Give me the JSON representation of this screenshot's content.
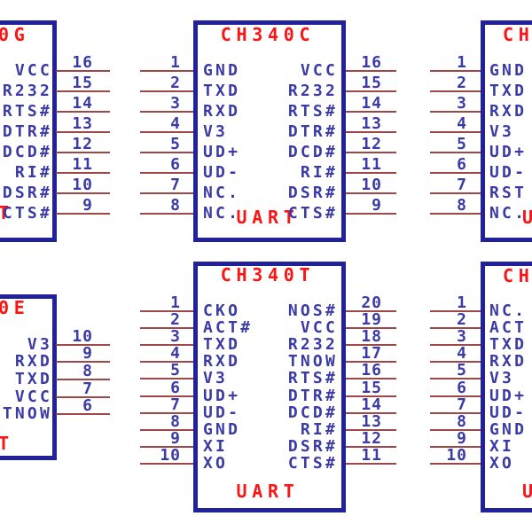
{
  "figure": "CH340 series UART chip pinout schematic symbols",
  "colors": {
    "background": "#FFFFFF",
    "box_border": "#21219B",
    "pin_text": "#3B3BA5",
    "pin_line": "#9E4747",
    "title_red": "#FA1414"
  },
  "chips": [
    {
      "id": "ch340g",
      "title": "0G",
      "subtitle": "T",
      "right_pins": [
        {
          "num": "16",
          "label": "VCC"
        },
        {
          "num": "15",
          "label": "R232"
        },
        {
          "num": "14",
          "label": "RTS#"
        },
        {
          "num": "13",
          "label": "DTR#"
        },
        {
          "num": "12",
          "label": "DCD#"
        },
        {
          "num": "11",
          "label": "RI#"
        },
        {
          "num": "10",
          "label": "DSR#"
        },
        {
          "num": "9",
          "label": "CTS#"
        }
      ]
    },
    {
      "id": "ch340c",
      "title": "CH340C",
      "subtitle": "UART",
      "left_pins": [
        {
          "num": "1",
          "label": "GND"
        },
        {
          "num": "2",
          "label": "TXD"
        },
        {
          "num": "3",
          "label": "RXD"
        },
        {
          "num": "4",
          "label": "V3"
        },
        {
          "num": "5",
          "label": "UD+"
        },
        {
          "num": "6",
          "label": "UD-"
        },
        {
          "num": "7",
          "label": "NC."
        },
        {
          "num": "8",
          "label": "NC."
        }
      ],
      "right_pins": [
        {
          "num": "16",
          "label": "VCC"
        },
        {
          "num": "15",
          "label": "R232"
        },
        {
          "num": "14",
          "label": "RTS#"
        },
        {
          "num": "13",
          "label": "DTR#"
        },
        {
          "num": "12",
          "label": "DCD#"
        },
        {
          "num": "11",
          "label": "RI#"
        },
        {
          "num": "10",
          "label": "DSR#"
        },
        {
          "num": "9",
          "label": "CTS#"
        }
      ]
    },
    {
      "id": "ch340-top-right",
      "title": "CH",
      "subtitle": "U",
      "left_pins": [
        {
          "num": "1",
          "label": "GND"
        },
        {
          "num": "2",
          "label": "TXD"
        },
        {
          "num": "3",
          "label": "RXD"
        },
        {
          "num": "4",
          "label": "V3"
        },
        {
          "num": "5",
          "label": "UD+"
        },
        {
          "num": "6",
          "label": "UD-"
        },
        {
          "num": "7",
          "label": "RST"
        },
        {
          "num": "8",
          "label": "NC."
        }
      ]
    },
    {
      "id": "ch340e",
      "title": "0E",
      "subtitle": "T",
      "right_pins": [
        {
          "num": "10",
          "label": "V3"
        },
        {
          "num": "9",
          "label": "RXD"
        },
        {
          "num": "8",
          "label": "TXD"
        },
        {
          "num": "7",
          "label": "VCC"
        },
        {
          "num": "6",
          "label": "TNOW"
        }
      ]
    },
    {
      "id": "ch340t",
      "title": "CH340T",
      "subtitle": "UART",
      "left_pins": [
        {
          "num": "1",
          "label": "CKO"
        },
        {
          "num": "2",
          "label": "ACT#"
        },
        {
          "num": "3",
          "label": "TXD"
        },
        {
          "num": "4",
          "label": "RXD"
        },
        {
          "num": "5",
          "label": "V3"
        },
        {
          "num": "6",
          "label": "UD+"
        },
        {
          "num": "7",
          "label": "UD-"
        },
        {
          "num": "8",
          "label": "GND"
        },
        {
          "num": "9",
          "label": "XI"
        },
        {
          "num": "10",
          "label": "XO"
        }
      ],
      "right_pins": [
        {
          "num": "20",
          "label": "NOS#"
        },
        {
          "num": "19",
          "label": "VCC"
        },
        {
          "num": "18",
          "label": "R232"
        },
        {
          "num": "17",
          "label": "TNOW"
        },
        {
          "num": "16",
          "label": "RTS#"
        },
        {
          "num": "15",
          "label": "DTR#"
        },
        {
          "num": "14",
          "label": "DCD#"
        },
        {
          "num": "13",
          "label": "RI#"
        },
        {
          "num": "12",
          "label": "DSR#"
        },
        {
          "num": "11",
          "label": "CTS#"
        }
      ]
    },
    {
      "id": "ch340-bottom-right",
      "title": "CH",
      "subtitle": "U",
      "left_pins": [
        {
          "num": "1",
          "label": "NC."
        },
        {
          "num": "2",
          "label": "ACT"
        },
        {
          "num": "3",
          "label": "TXD"
        },
        {
          "num": "4",
          "label": "RXD"
        },
        {
          "num": "5",
          "label": "V3"
        },
        {
          "num": "6",
          "label": "UD+"
        },
        {
          "num": "7",
          "label": "UD-"
        },
        {
          "num": "8",
          "label": "GND"
        },
        {
          "num": "9",
          "label": "XI"
        },
        {
          "num": "10",
          "label": "XO"
        }
      ]
    }
  ]
}
